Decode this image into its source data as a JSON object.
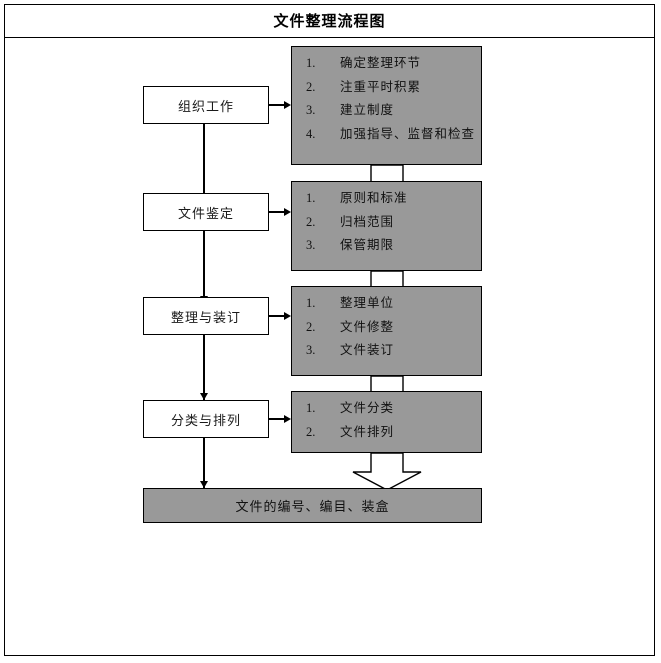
{
  "document": {
    "title": "文件整理流程图"
  },
  "colors": {
    "gray_fill": "#999999",
    "white_fill": "#ffffff",
    "outline": "#000000"
  },
  "flow": {
    "stages": [
      {
        "label": "组织工作"
      },
      {
        "label": "文件鉴定"
      },
      {
        "label": "整理与装订"
      },
      {
        "label": "分类与排列"
      }
    ],
    "details": [
      {
        "items": [
          {
            "num": "1.",
            "label": "确定整理环节"
          },
          {
            "num": "2.",
            "label": "注重平时积累"
          },
          {
            "num": "3.",
            "label": "建立制度"
          },
          {
            "num": "4.",
            "label": "加强指导、监督和检查"
          }
        ]
      },
      {
        "items": [
          {
            "num": "1.",
            "label": "原则和标准"
          },
          {
            "num": "2.",
            "label": "归档范围"
          },
          {
            "num": "3.",
            "label": "保管期限"
          }
        ]
      },
      {
        "items": [
          {
            "num": "1.",
            "label": "整理单位"
          },
          {
            "num": "2.",
            "label": "文件修整"
          },
          {
            "num": "3.",
            "label": "文件装订"
          }
        ]
      },
      {
        "items": [
          {
            "num": "1.",
            "label": "文件分类"
          },
          {
            "num": "2.",
            "label": "文件排列"
          }
        ]
      }
    ],
    "final": {
      "label": "文件的编号、编目、装盒"
    }
  }
}
